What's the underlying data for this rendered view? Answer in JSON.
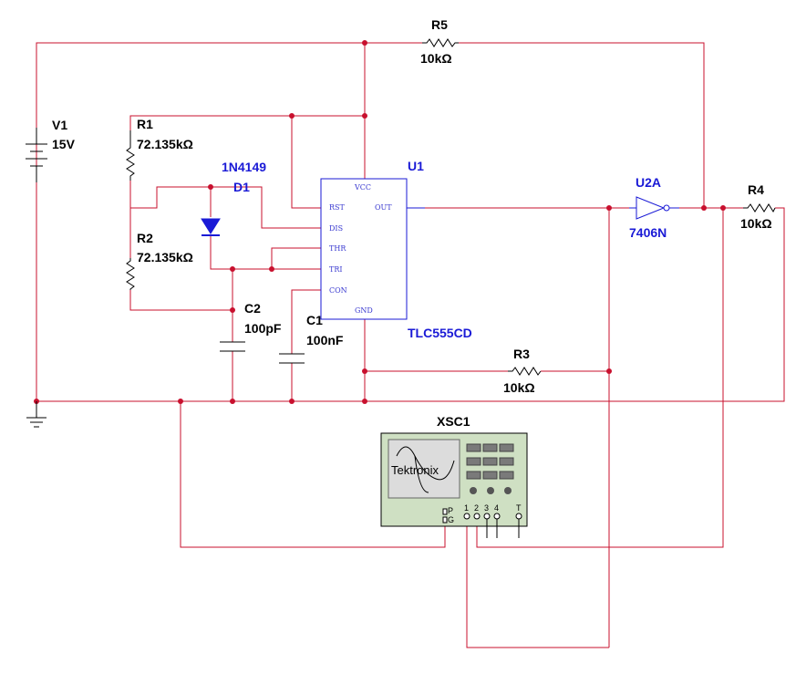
{
  "components": {
    "V1": {
      "ref": "V1",
      "value": "15V"
    },
    "R1": {
      "ref": "R1",
      "value": "72.135kΩ"
    },
    "R2": {
      "ref": "R2",
      "value": "72.135kΩ"
    },
    "R3": {
      "ref": "R3",
      "value": "10kΩ"
    },
    "R4": {
      "ref": "R4",
      "value": "10kΩ"
    },
    "R5": {
      "ref": "R5",
      "value": "10kΩ"
    },
    "C1": {
      "ref": "C1",
      "value": "100nF"
    },
    "C2": {
      "ref": "C2",
      "value": "100pF"
    },
    "D1": {
      "ref": "D1",
      "part": "1N4149"
    },
    "U1": {
      "ref": "U1",
      "part": "TLC555CD",
      "pins": {
        "vcc": "VCC",
        "rst": "RST",
        "dis": "DIS",
        "thr": "THR",
        "tri": "TRI",
        "con": "CON",
        "gnd": "GND",
        "out": "OUT"
      }
    },
    "U2A": {
      "ref": "U2A",
      "part": "7406N"
    },
    "XSC1": {
      "ref": "XSC1",
      "brand": "Tektronix",
      "pins": {
        "p": "P",
        "g": "G",
        "ch1": "1",
        "ch2": "2",
        "ch3": "3",
        "ch4": "4",
        "t": "T"
      }
    }
  },
  "colors": {
    "wire": "#c8102e",
    "component": "#000000",
    "blue_label": "#1a1ad6",
    "scope_body": "#cfe0c3"
  }
}
